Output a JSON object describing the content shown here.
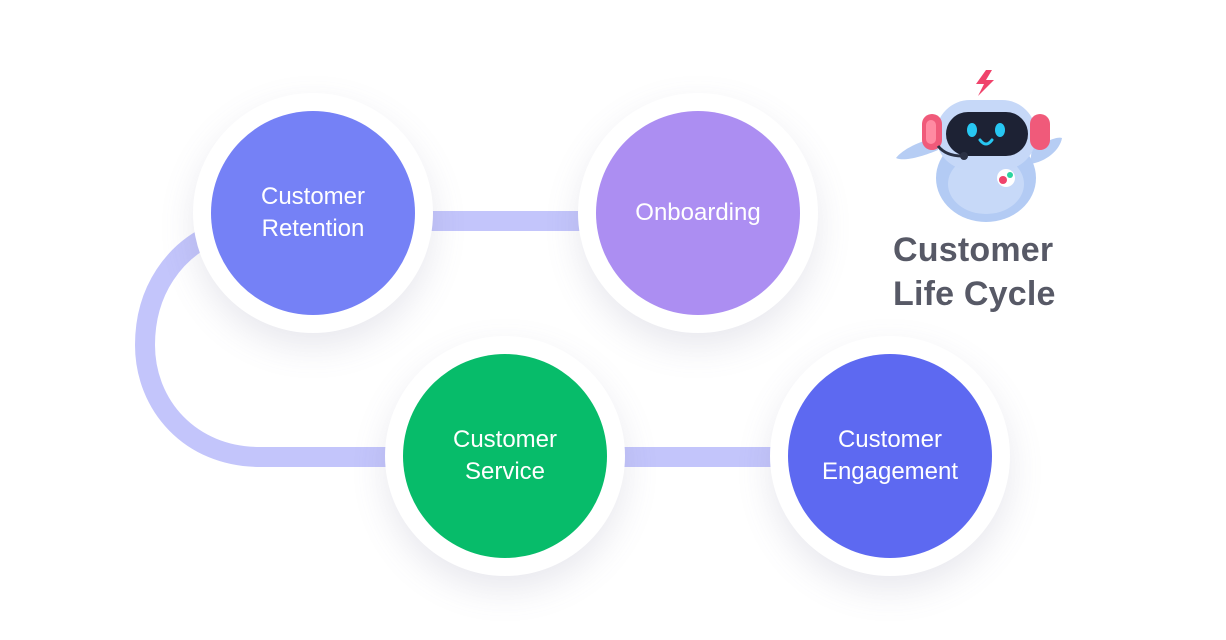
{
  "title": "Customer\nLife Cycle",
  "colors": {
    "connector": "#c3c5fb",
    "retention": "#7581f6",
    "onboarding": "#ac8ef2",
    "service": "#07bc6a",
    "engagement": "#5d69f1",
    "title": "#575966"
  },
  "mascot": {
    "icon": "robot-mascot-icon"
  },
  "nodes": [
    {
      "id": "retention",
      "label": "Customer\nRetention"
    },
    {
      "id": "onboarding",
      "label": "Onboarding"
    },
    {
      "id": "service",
      "label": "Customer\nService"
    },
    {
      "id": "engagement",
      "label": "Customer\nEngagement"
    }
  ]
}
